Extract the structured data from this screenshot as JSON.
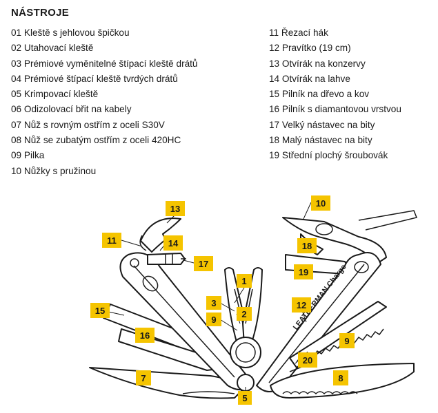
{
  "heading": "NÁSTROJE",
  "tools_left": [
    "01 Kleště s jehlovou špičkou",
    "02 Utahovací kleště",
    "03 Prémiové vyměnitelné štípací kleště drátů",
    "04 Prémiové štípací kleště tvrdých drátů",
    "05 Krimpovací kleště",
    "06 Odizolovací břit na kabely",
    "07 Nůž s rovným ostřím z oceli S30V",
    "08 Nůž se zubatým ostřím z oceli 420HC",
    "09 Pilka",
    "10 Nůžky s pružinou"
  ],
  "tools_right": [
    "11 Řezací hák",
    "12 Pravítko (19 cm)",
    "13 Otvírák na konzervy",
    "14 Otvírák na lahve",
    "15 Pilník na dřevo a kov",
    "16 Pilník s diamantovou vrstvou",
    "17 Velký nástavec na bity",
    "18 Malý nástavec na bity",
    "19 Střední plochý šroubovák"
  ],
  "brand_text": "LEATHERMAN Charge",
  "badge_color": "#f5c400",
  "callouts": [
    "13",
    "11",
    "14",
    "17",
    "1",
    "3",
    "2",
    "9",
    "15",
    "16",
    "7",
    "5",
    "10",
    "18",
    "19",
    "12",
    "9",
    "20",
    "8"
  ]
}
